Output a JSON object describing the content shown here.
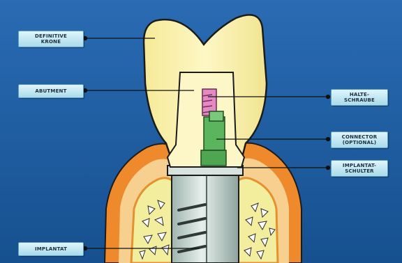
{
  "colors": {
    "background": "#1d5fa8",
    "crown": "#fbf3b0",
    "gum_outer": "#ef8a2c",
    "gum_inner": "#f9d79a",
    "bone": "#f4f0a8",
    "screw_pink": "#e48ac2",
    "connector_green": "#59b35a",
    "implant_metal": "#c9d6d2",
    "label_fill": "#bfe6f2"
  },
  "labels": {
    "crown": {
      "line1": "DEFINITIVE",
      "line2": "KRONE"
    },
    "abutment": {
      "line1": "ABUTMENT"
    },
    "implant": {
      "line1": "IMPLANTAT"
    },
    "screw": {
      "line1": "HALTE-",
      "line2": "SCHRAUBE"
    },
    "connector": {
      "line1": "CONNECTOR",
      "line2": "(OPTIONAL)"
    },
    "shoulder": {
      "line1": "IMPLANTAT-",
      "line2": "SCHULTER"
    }
  }
}
